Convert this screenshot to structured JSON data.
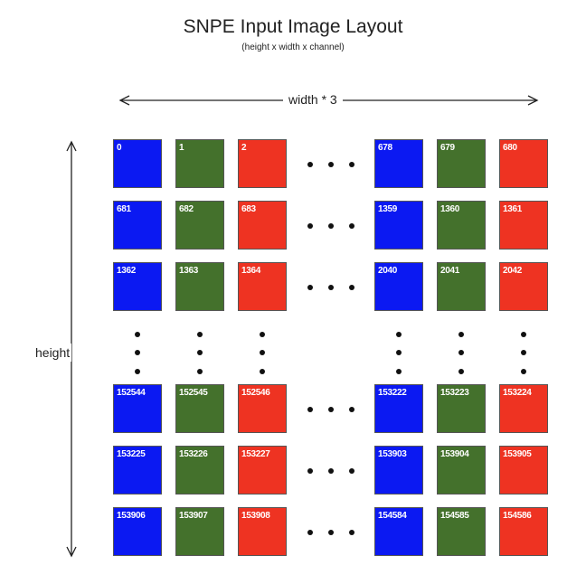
{
  "title": "SNPE Input Image Layout",
  "subtitle": "(height x width x channel)",
  "width_label": "width * 3",
  "height_label": "height",
  "colors": {
    "r": "#ee3322",
    "g": "#44712c",
    "b": "#0b19f2",
    "border": "#555555"
  },
  "columns": [
    "b",
    "g",
    "r",
    "b",
    "g",
    "r"
  ],
  "rows": [
    [
      "0",
      "1",
      "2",
      "678",
      "679",
      "680"
    ],
    [
      "681",
      "682",
      "683",
      "1359",
      "1360",
      "1361"
    ],
    [
      "1362",
      "1363",
      "1364",
      "2040",
      "2041",
      "2042"
    ],
    [
      "152544",
      "152545",
      "152546",
      "153222",
      "153223",
      "153224"
    ],
    [
      "153225",
      "153226",
      "153227",
      "153903",
      "153904",
      "153905"
    ],
    [
      "153906",
      "153907",
      "153908",
      "154584",
      "154585",
      "154586"
    ]
  ]
}
